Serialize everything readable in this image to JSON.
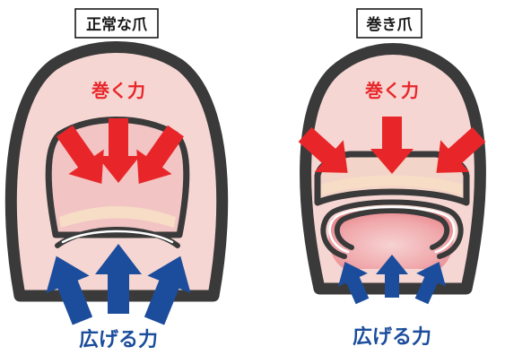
{
  "panels": [
    {
      "title": "正常な爪",
      "inward_label": "巻く力",
      "outward_label": "広げる力"
    },
    {
      "title": "巻き爪",
      "inward_label": "巻く力",
      "outward_label": "広げる力"
    }
  ],
  "colors": {
    "inward_arrow": "#e8262a",
    "outward_arrow": "#1b4d9c",
    "skin": "#f6d6d2",
    "nail": "#f2c4c4",
    "outline": "#3a3a3a"
  }
}
